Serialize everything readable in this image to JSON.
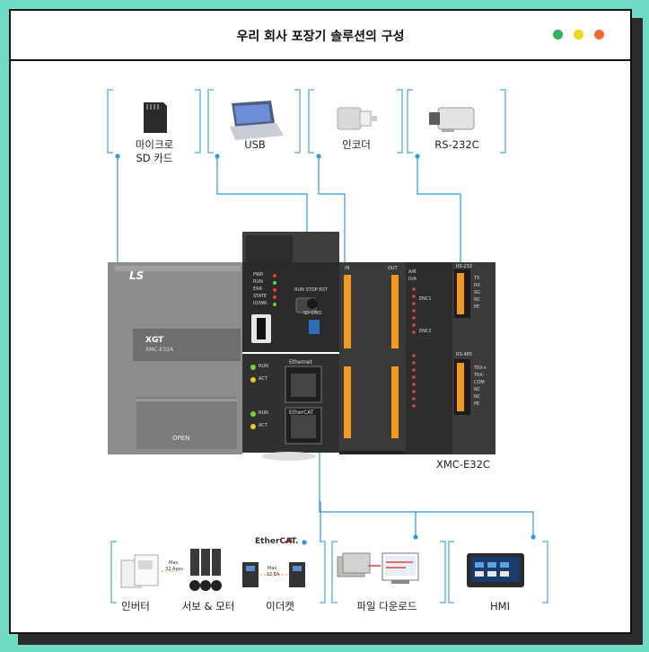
{
  "header": {
    "title": "우리 회사 포장기 솔루션의 구성",
    "window_dots": [
      {
        "name": "green-dot",
        "color": "#2fb35a"
      },
      {
        "name": "yellow-dot",
        "color": "#f1d71c"
      },
      {
        "name": "orange-dot",
        "color": "#ef6a3b"
      }
    ]
  },
  "top_devices": [
    {
      "id": "sd-card",
      "label_line1": "마이크로",
      "label_line2": "SD 카드",
      "icon": "sd-card-icon"
    },
    {
      "id": "usb",
      "label_line1": "USB",
      "label_line2": "",
      "icon": "laptop-icon"
    },
    {
      "id": "encoder",
      "label_line1": "인코더",
      "label_line2": "",
      "icon": "encoder-icon"
    },
    {
      "id": "rs232c",
      "label_line1": "RS-232C",
      "label_line2": "",
      "icon": "camera-icon"
    }
  ],
  "controller": {
    "brand": "LS",
    "series": "XGT",
    "model_small": "XMC-E32A",
    "model_caption": "XMC-E32C",
    "open_label": "OPEN",
    "status_leds": [
      "PWR",
      "RUN",
      "ERR",
      "STATE",
      "IO/WR"
    ],
    "run_stop_label": "RUN STOP RST",
    "sd_cmd_label": "SD CMD",
    "port_labels": [
      "Ethernet",
      "EtherCAT"
    ],
    "port_leds": [
      "RUN",
      "ACT",
      "RUN",
      "ACT"
    ],
    "io_labels": [
      "IN",
      "OUT"
    ],
    "rs232_label": "RS-232",
    "rs485_label": "RS-485",
    "rs232_pins": [
      "TX",
      "RX",
      "SG",
      "NC",
      "PE"
    ],
    "rs485_pins": [
      "TRX+",
      "TRX-",
      "COM",
      "NC",
      "NC",
      "PE"
    ],
    "enc_labels": [
      "A/B",
      "D/A",
      "ENC1",
      "ENC2"
    ]
  },
  "bottom_devices": [
    {
      "id": "inverter",
      "label": "인버터",
      "icon": "inverter-icon",
      "annotation_line1": "Max.",
      "annotation_line2": "32 Axes"
    },
    {
      "id": "servo",
      "label": "서보 & 모터",
      "icon": "servo-motor-icon"
    },
    {
      "id": "ethercat",
      "label": "이더캣",
      "icon": "ethercat-drive-icon",
      "badge": "EtherCAT.",
      "annotation_line1": "Max.",
      "annotation_line2": "32 EA"
    },
    {
      "id": "file-download",
      "label": "파일 다운로드",
      "icon": "file-download-icon"
    },
    {
      "id": "hmi",
      "label": "HMI",
      "icon": "hmi-icon"
    }
  ],
  "colors": {
    "connector": "#2f9ad8",
    "bracket": "#6bb6e4",
    "device_body": "#8a8a8a",
    "terminal_orange": "#f29a1c"
  }
}
